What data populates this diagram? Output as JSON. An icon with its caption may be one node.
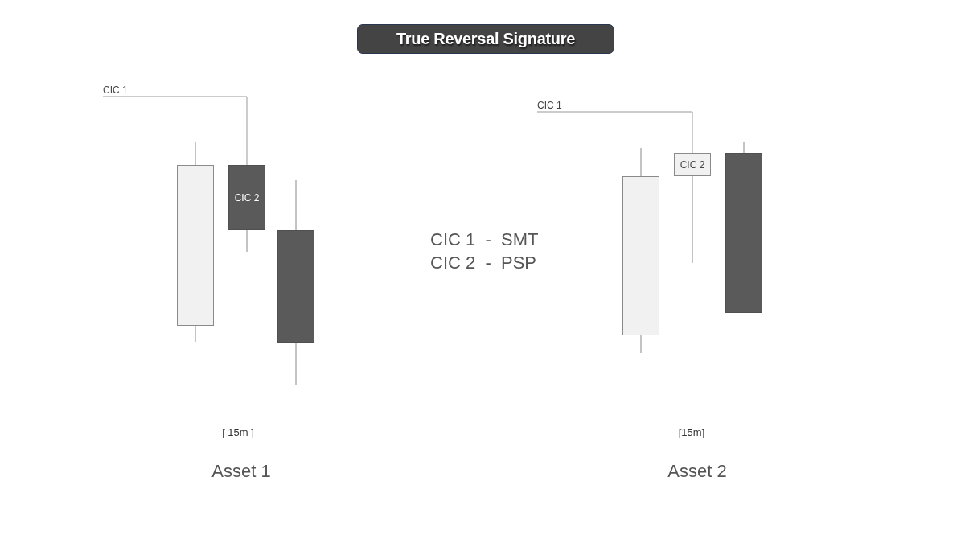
{
  "diagram": {
    "title": "True Reversal Signature",
    "nodes": [
      {
        "text": [
          "CIC 1"
        ]
      },
      {
        "text": [],
        "shape": "bar"
      },
      {
        "text": [
          "CIC 2"
        ]
      },
      {
        "text": [],
        "shape": "bar"
      },
      {
        "text": [
          "CIC 1"
        ]
      },
      {
        "text": [],
        "shape": "bar"
      },
      {
        "text": [
          "CIC 2"
        ]
      },
      {
        "text": [],
        "shape": "bar"
      }
    ],
    "edges": [
      {
        "from": 0,
        "to": 2,
        "arrow": "none"
      },
      {
        "from": 4,
        "to": 6,
        "arrow": "none"
      }
    ],
    "labels": [
      "CIC 1  -  SMT",
      "CIC 2  -  PSP",
      "[ 15m ]",
      "[15m]",
      "Asset 1",
      "Asset 2"
    ]
  }
}
